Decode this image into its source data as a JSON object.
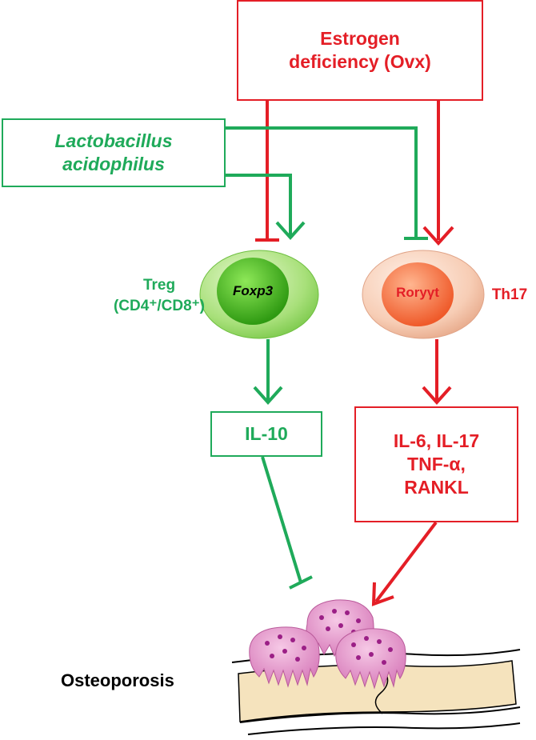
{
  "estrogen_box": {
    "line1": "Estrogen",
    "line2": "deficiency (Ovx)"
  },
  "lactobacillus_box": {
    "line1": "Lactobacillus",
    "line2": "acidophilus"
  },
  "treg_cell": {
    "marker": "Foxp3",
    "name": "Treg",
    "subtype": "(CD4⁺/CD8⁺)"
  },
  "th17_cell": {
    "marker": "Roryγt",
    "name": "Th17"
  },
  "il10_box": {
    "label": "IL-10"
  },
  "cytokine_box": {
    "line1": "IL-6, IL-17",
    "line2": "TNF-α,",
    "line3": "RANKL"
  },
  "outcome": {
    "label": "Osteoporosis"
  },
  "colors": {
    "promote_green": "#1faa5a",
    "estrogen_red": "#e41e26",
    "treg_cell": "#6fcf3e",
    "th17_cell": "#f3b49a",
    "osteoclast": "#e08fc6",
    "bone": "#f5e3bd"
  }
}
